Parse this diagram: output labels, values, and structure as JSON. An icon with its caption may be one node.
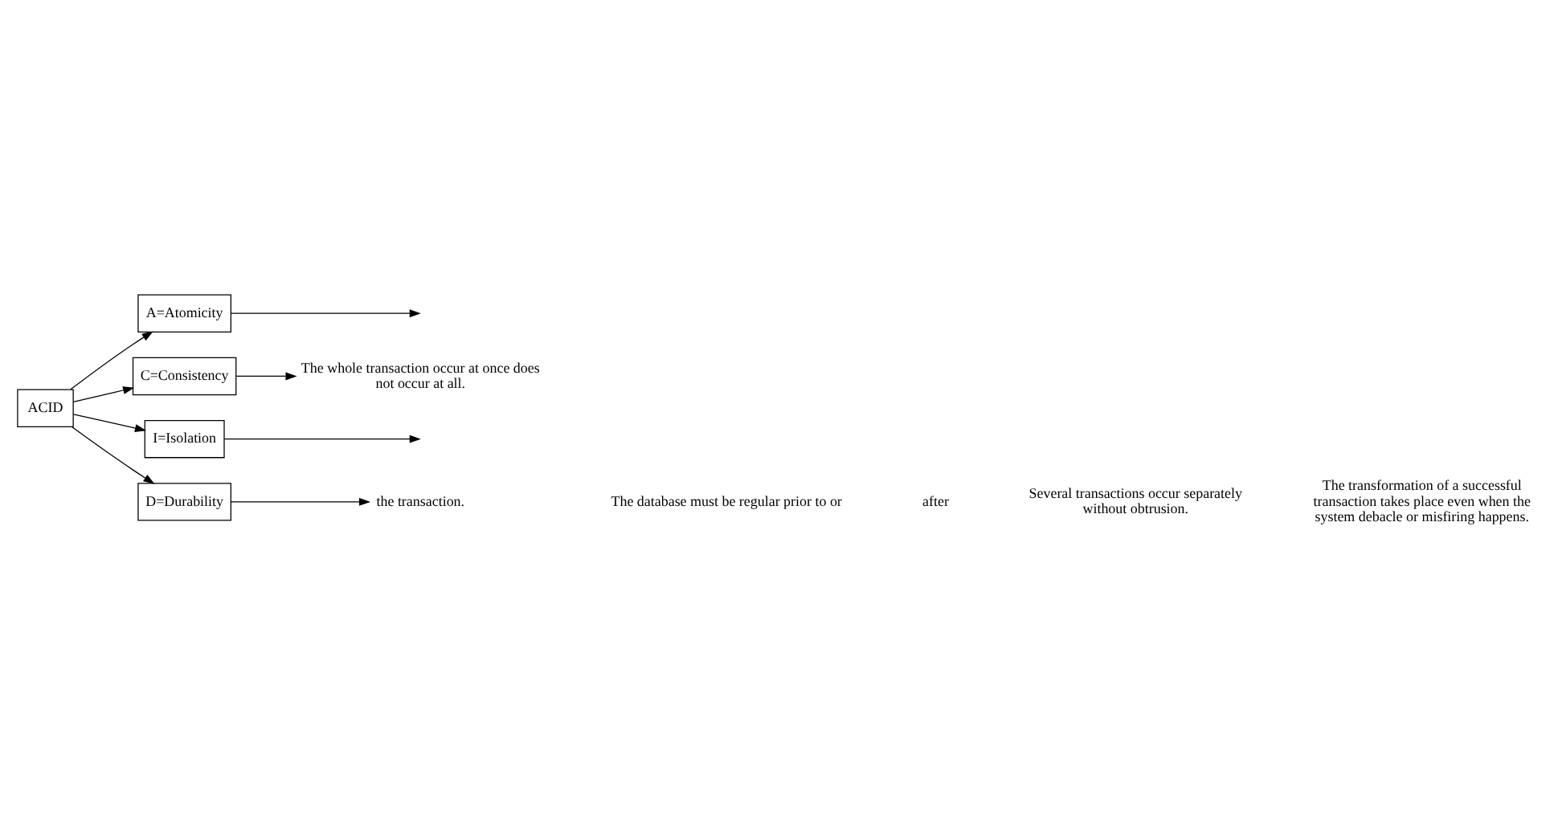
{
  "diagram": {
    "nodes": [
      {
        "text": [
          "ACID"
        ]
      },
      {
        "text": [
          "A=Atomicity"
        ]
      },
      {
        "text": [
          "C=Consistency"
        ]
      },
      {
        "text": [
          "I=Isolation"
        ]
      },
      {
        "text": [
          "D=Durability"
        ]
      },
      {
        "text": [
          "The whole transaction occur at once does not occur at all."
        ]
      },
      {
        "text": [
          "the transaction."
        ]
      }
    ],
    "edges": [
      {
        "from": 0,
        "to": 1,
        "arrow": "to"
      },
      {
        "from": 0,
        "to": 2,
        "arrow": "to"
      },
      {
        "from": 0,
        "to": 3,
        "arrow": "to"
      },
      {
        "from": 0,
        "to": 4,
        "arrow": "to"
      },
      {
        "from": 1,
        "to": null,
        "arrow": "to"
      },
      {
        "from": 2,
        "to": 5,
        "arrow": "to"
      },
      {
        "from": 3,
        "to": null,
        "arrow": "to"
      },
      {
        "from": 4,
        "to": 6,
        "arrow": "to"
      }
    ],
    "labels": [
      "The database must be regular prior to or",
      "after",
      "Several transactions occur separately without obtrusion.",
      "The transformation of a successful transaction takes place even when the system debacle or misfiring happens."
    ]
  }
}
